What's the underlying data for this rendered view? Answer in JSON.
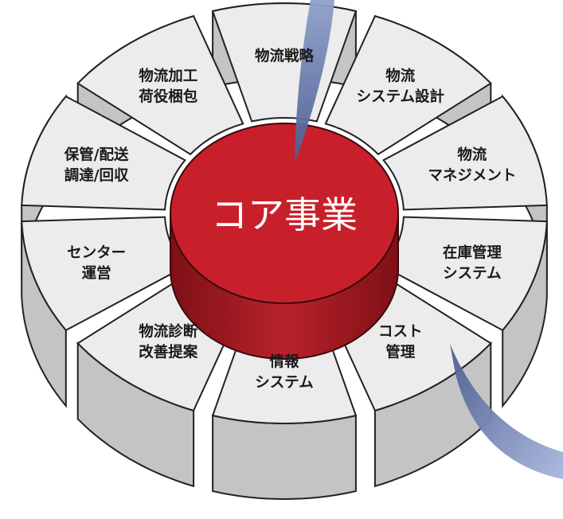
{
  "center": {
    "label": "コア事業",
    "color": "#c8202a"
  },
  "ring_color_top": "#ececec",
  "ring_color_side": "#c4c4c4",
  "arrow_color": "#7f8fbf",
  "segments": [
    {
      "lines": [
        "物流戦略"
      ]
    },
    {
      "lines": [
        "物流",
        "システム設計"
      ]
    },
    {
      "lines": [
        "物流",
        "マネジメント"
      ]
    },
    {
      "lines": [
        "在庫管理",
        "システム"
      ]
    },
    {
      "lines": [
        "コスト",
        "管理"
      ]
    },
    {
      "lines": [
        "情報",
        "システム"
      ]
    },
    {
      "lines": [
        "物流診断",
        "改善提案"
      ]
    },
    {
      "lines": [
        "センター",
        "運営"
      ]
    },
    {
      "lines": [
        "保管/配送",
        "調達/回収"
      ]
    },
    {
      "lines": [
        "物流加工",
        "荷役梱包"
      ]
    }
  ]
}
